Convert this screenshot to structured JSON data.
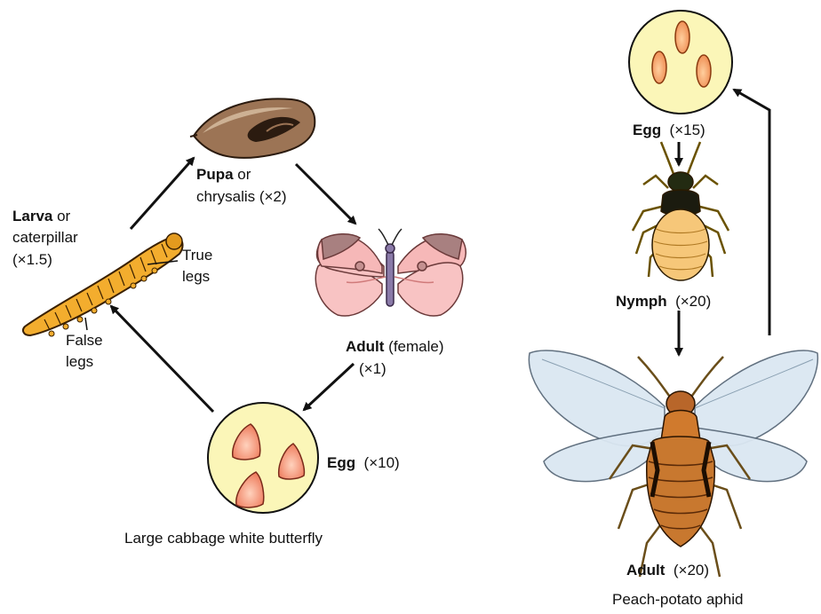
{
  "butterfly": {
    "caption": "Large cabbage white butterfly",
    "pupa": {
      "name": "Pupa",
      "desc1": " or",
      "desc2": "chrysalis (×2)"
    },
    "adult": {
      "name": "Adult",
      "desc1": " (female)",
      "desc2": "(×1)"
    },
    "egg": {
      "name": "Egg",
      "scale": "  (×10)"
    },
    "larva": {
      "name": "Larva",
      "desc1": " or",
      "desc2": "caterpillar",
      "desc3": "(×1.5)",
      "true_legs_1": "True",
      "true_legs_2": "legs",
      "false_legs_1": "False",
      "false_legs_2": "legs"
    }
  },
  "aphid": {
    "caption": "Peach-potato aphid",
    "egg": {
      "name": "Egg",
      "scale": "  (×15)"
    },
    "nymph": {
      "name": "Nymph",
      "scale": "  (×20)"
    },
    "adult": {
      "name": "Adult",
      "scale": "  (×20)"
    }
  },
  "colors": {
    "egg_circle": "#fbf6b8",
    "butterfly_egg": "#f08b6f",
    "aphid_egg": "#f2a069",
    "caterpillar": "#f3ad2e",
    "pupa": "#9c7455",
    "wing": "#f8c3c3",
    "aphid_body": "#c8782f",
    "aphid_wing": "#dbe7f2"
  }
}
